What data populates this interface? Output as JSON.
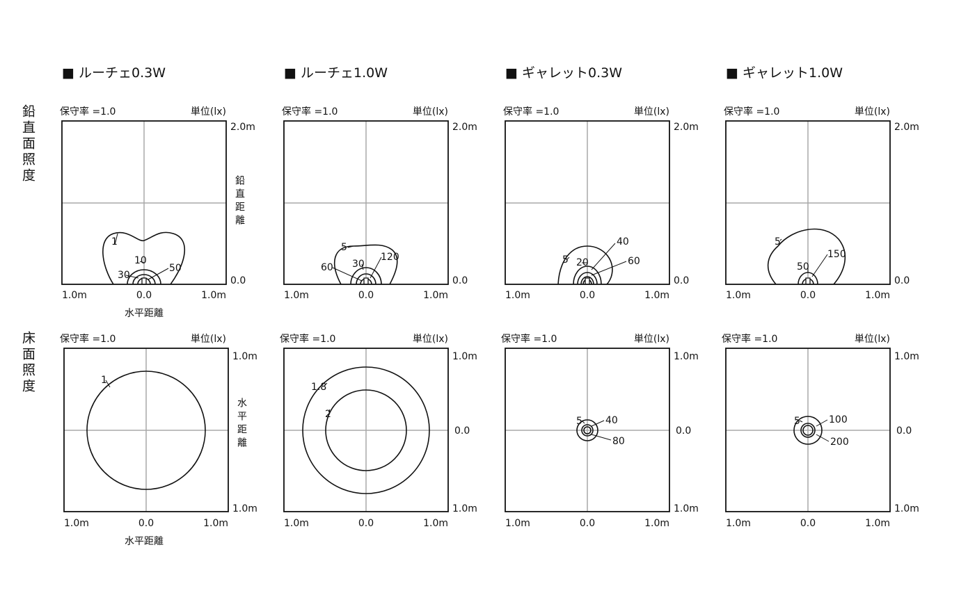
{
  "row_labels": {
    "vertical": "鉛直面照度",
    "floor": "床面照度"
  },
  "axis_names": {
    "vertical_distance": "鉛直距離",
    "horizontal_distance": "水平距離"
  },
  "common": {
    "maintenance": "保守率 =1.0",
    "unit": "単位(lx)",
    "left": "1.0m",
    "center": "0.0",
    "right": "1.0m",
    "top_vertical": "2.0m",
    "zero": "0.0",
    "floor_top": "1.0m",
    "floor_mid": "0.0",
    "floor_bottom": "1.0m"
  },
  "colors": {
    "line": "#111111",
    "grid": "#a8a8a8"
  },
  "fixtures": [
    {
      "title": "■ ルーチェ0.3W",
      "vertical_labels": [
        "1",
        "10",
        "30",
        "50"
      ],
      "floor_labels": [
        "1"
      ]
    },
    {
      "title": "■ ルーチェ1.0W",
      "vertical_labels": [
        "5",
        "30",
        "120",
        "60"
      ],
      "floor_labels": [
        "1.8",
        "2"
      ]
    },
    {
      "title": "■ ギャレット0.3W",
      "vertical_labels": [
        "5",
        "20",
        "40",
        "60"
      ],
      "floor_labels": [
        "5",
        "40",
        "80"
      ]
    },
    {
      "title": "■ ギャレット1.0W",
      "vertical_labels": [
        "5",
        "50",
        "150"
      ],
      "floor_labels": [
        "5",
        "100",
        "200"
      ]
    }
  ]
}
